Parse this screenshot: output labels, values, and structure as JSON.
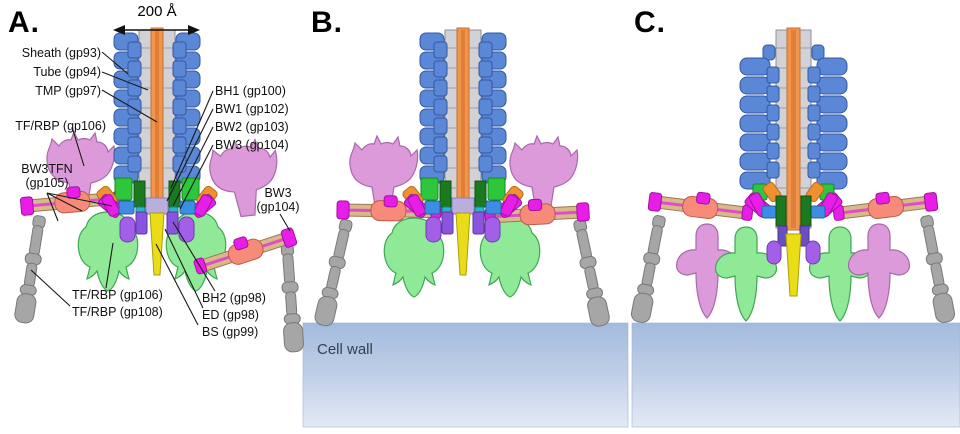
{
  "figure": {
    "panels": {
      "a": {
        "letter": "A."
      },
      "b": {
        "letter": "B."
      },
      "c": {
        "letter": "C."
      }
    },
    "scale_bar": {
      "label": "200 Å"
    },
    "cell_wall": {
      "label": "Cell wall"
    }
  },
  "labels_a": {
    "sheath": "Sheath (gp93)",
    "tube": "Tube (gp94)",
    "tmp": "TMP (gp97)",
    "tf_rbp_106_upper": "TF/RBP (gp106)",
    "bw3tfn_line1": "BW3TFN",
    "bw3tfn_line2": "(gp105)",
    "bh1": "BH1 (gp100)",
    "bw1": "BW1 (gp102)",
    "bw2": "BW2 (gp103)",
    "bw3": "BW3 (gp104)",
    "bw3_right_line1": "BW3",
    "bw3_right_line2": "(gp104)",
    "tf_rbp_106_lower": "TF/RBP (gp106)",
    "tf_rbp_108": "TF/RBP (gp108)",
    "bh2": "BH2 (gp98)",
    "ed": "ED (gp98)",
    "bs": "BS (gp99)"
  },
  "palette": {
    "sheath_blue": "#5b87d7",
    "tube_gray": "#d2d2d6",
    "tmp_orange": "#f0954d",
    "baseplate_green": "#2dc63c",
    "baseplate_dark_green": "#1b7a1f",
    "wedge_orange": "#ef9130",
    "magenta": "#e81ee8",
    "blue_bit": "#3e8de4",
    "teal_bit": "#2ab5c9",
    "purple": "#8a55dd",
    "purple_light": "#a35fe8",
    "spike_yellow": "#eadc17",
    "tf_rbp_pink": "#dc9ada",
    "tf_rbp_green": "#8fe996",
    "leg_gray": "#a6a6a6",
    "arm_tan": "#d8b88c",
    "arm_salmon": "#f68b79",
    "cell_wall_top": "#a2bbde",
    "cell_wall_bottom": "#e4eaf4"
  }
}
